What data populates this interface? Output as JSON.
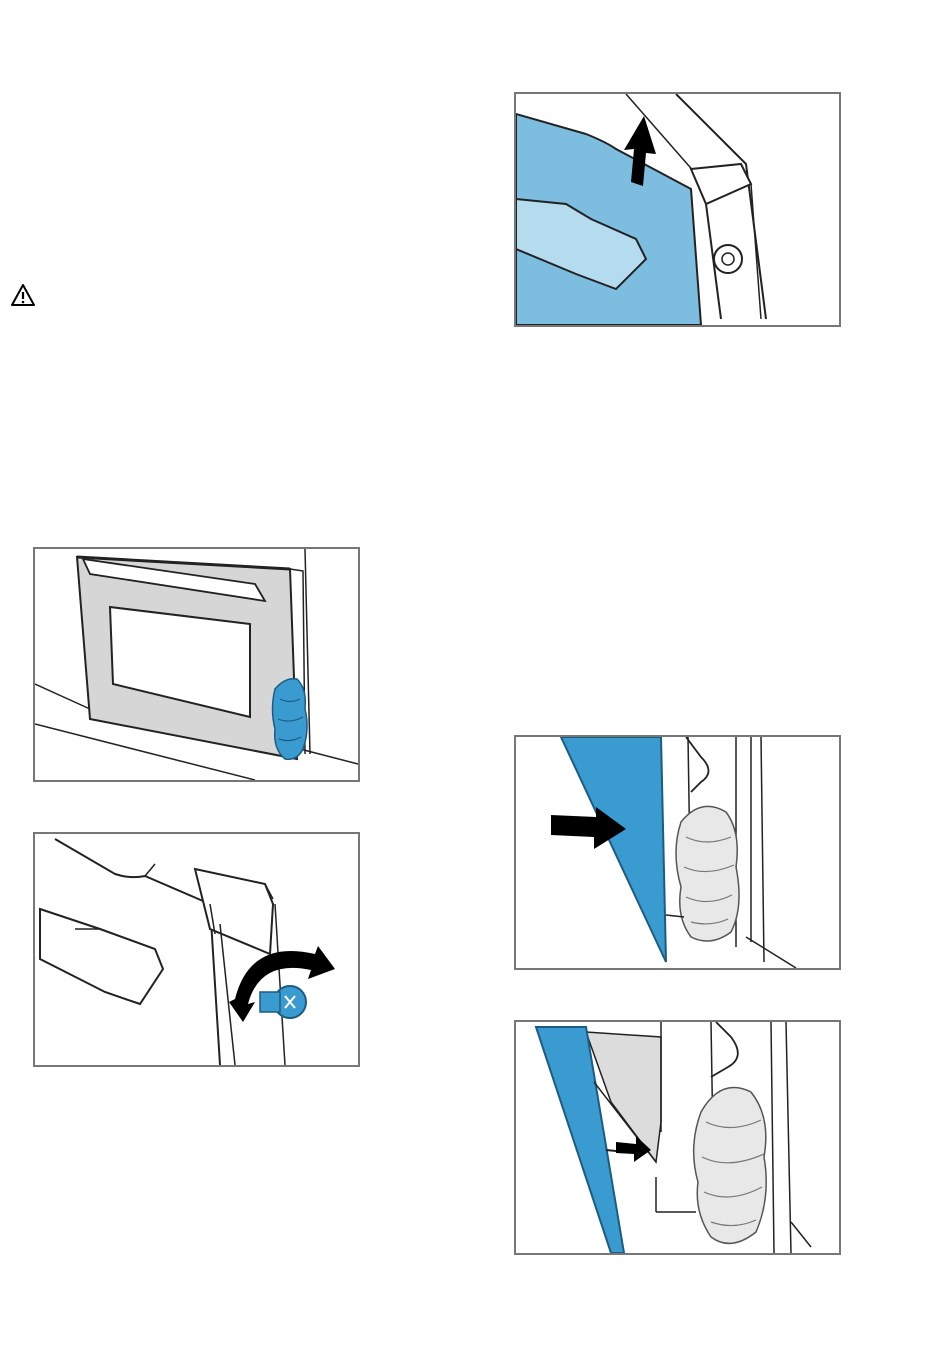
{
  "page": {
    "warning_icon": "warning-triangle-icon",
    "accent_blue": "#3a9bd0",
    "light_blue": "#7dbde0",
    "handle_blue": "#b5dbef"
  },
  "figures": [
    {
      "id": "fig-lift-panel",
      "icon": "up-arrow-icon"
    },
    {
      "id": "fig-door-cloth",
      "icon": "cloth-icon"
    },
    {
      "id": "fig-screw-remove",
      "icon": "rotate-arrow-icon"
    },
    {
      "id": "fig-push-panel",
      "icon": "right-arrow-icon"
    },
    {
      "id": "fig-insert-panel",
      "icon": "right-arrow-icon"
    }
  ]
}
